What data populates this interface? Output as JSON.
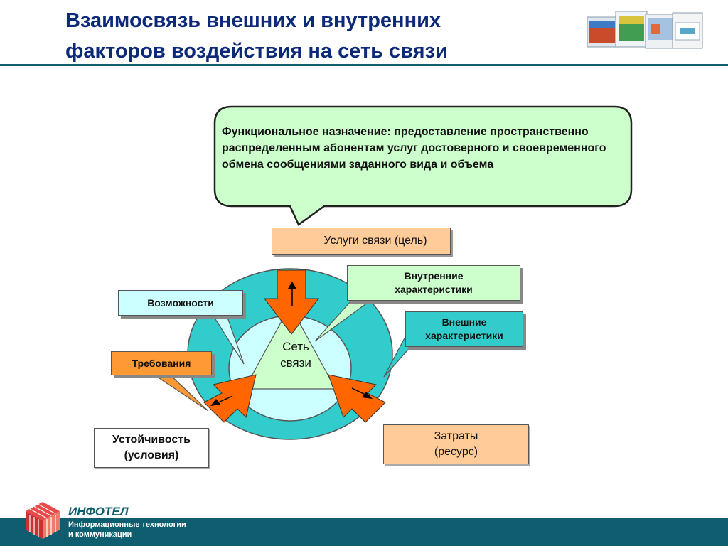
{
  "header": {
    "title_line1": "Взаимосвязь внешних и внутренних",
    "title_line2": "факторов воздействия на сеть связи"
  },
  "callout": {
    "text": "Функциональное назначение: предоставление пространственно распределенным абонентам услуг достоверного и своевременного обмена сообщениями заданного вида и объема"
  },
  "diagram": {
    "goal": "Услуги связи (цель)",
    "core_line1": "Сеть",
    "core_line2": "связи",
    "capabilities": "Возможности",
    "requirements": "Требования",
    "internal_line1": "Внутренние",
    "internal_line2": "характеристики",
    "external_line1": "Внешние",
    "external_line2": "характеристики",
    "stability_line1": "Устойчивость",
    "stability_line2": "(условия)",
    "costs_line1": "Затраты",
    "costs_line2": "(ресурс)"
  },
  "footer": {
    "brand": "ИНФОТЕЛ",
    "tagline_line1": "Информационные технологии",
    "tagline_line2": "и коммуникации"
  },
  "colors": {
    "title": "#0d2a78",
    "ring": "#33cccc",
    "inner_disc": "#ccffff",
    "triangle": "#ccffcc",
    "arrow": "#ff6600",
    "peach": "#ffcc99",
    "footer": "#0f5e70",
    "logo": "#e84a4a"
  }
}
